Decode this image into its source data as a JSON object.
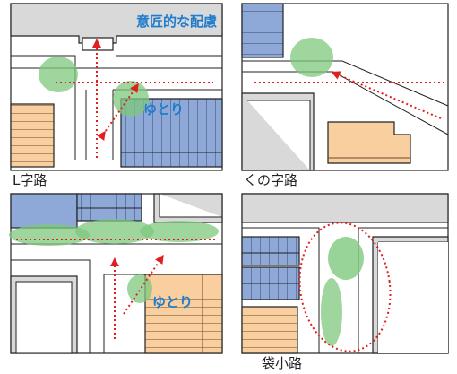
{
  "panels": [
    {
      "caption": "L字路"
    },
    {
      "caption": "くの字路"
    },
    {
      "caption": ""
    },
    {
      "caption": "袋小路"
    }
  ],
  "annotations": {
    "top_title": "意匠的な配慮",
    "slack_label_1": "ゆとり",
    "slack_label_2": "ゆとり"
  },
  "colors": {
    "building_blue": "#8ea8d8",
    "building_orange": "#f9cf9f",
    "building_gray": "#d9d9d9",
    "tree_green": "#7ec87e",
    "sightline_red": "#e02020",
    "accent_blue": "#1f7ccc"
  }
}
